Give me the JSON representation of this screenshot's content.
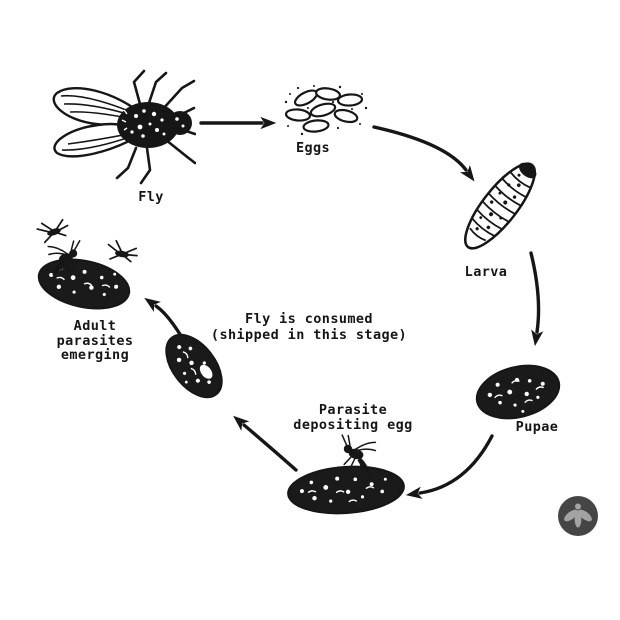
{
  "labels": {
    "fly": "Fly",
    "eggs": "Eggs",
    "larva": "Larva",
    "pupae": "Pupae",
    "parasite_depositing": {
      "line1": "Parasite",
      "line2": "depositing egg"
    },
    "adult_emerging": {
      "line1": "Adult",
      "line2": "parasites",
      "line3": "emerging"
    },
    "center_note": {
      "line1": "Fly is consumed",
      "line2": "(shipped in this stage)"
    }
  },
  "flow": [
    {
      "from": "fly",
      "to": "eggs"
    },
    {
      "from": "eggs",
      "to": "larva"
    },
    {
      "from": "larva",
      "to": "pupae"
    },
    {
      "from": "pupae",
      "to": "parasite-depositing-egg"
    },
    {
      "from": "parasite-depositing-egg",
      "to": "parasitized-pupa"
    },
    {
      "from": "parasitized-pupa",
      "to": "adult-parasites-emerging"
    }
  ],
  "icons": {
    "badge": "fly-logo-icon"
  },
  "colors": {
    "background": "#ffffff",
    "ink": "#161616",
    "logo_circle": "#454545",
    "logo_glyph": "#a3a3a3"
  }
}
